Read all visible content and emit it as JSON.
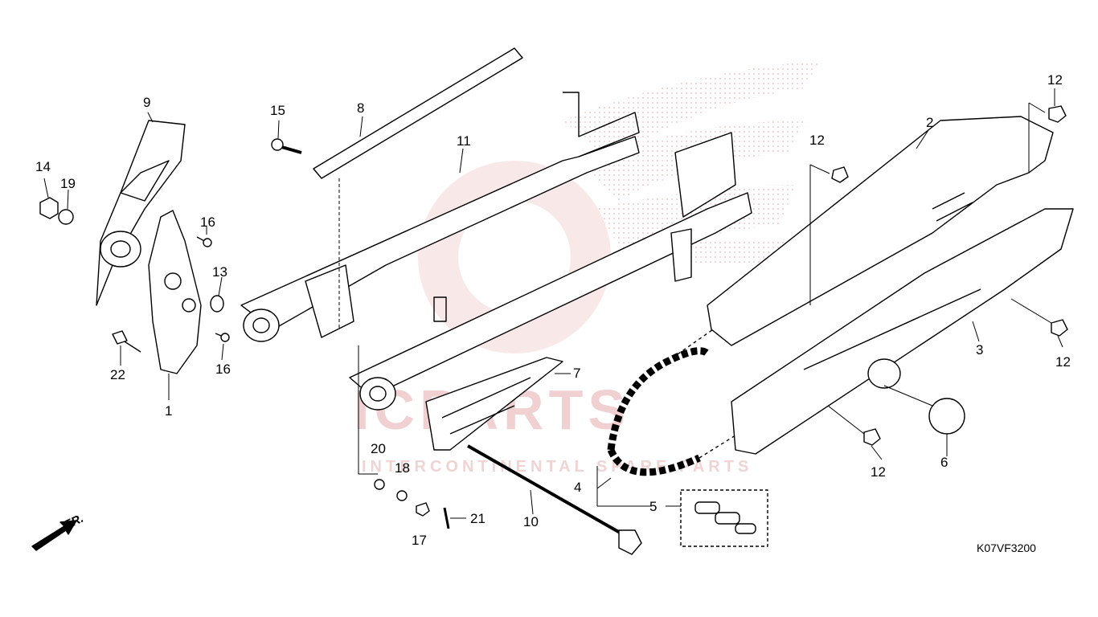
{
  "diagram": {
    "code": "K07VF3200",
    "direction_label": "FR.",
    "watermark": {
      "brand": "ICPARTS",
      "tagline": "INTERCONTINENTAL SPARE PARTS"
    },
    "callouts": [
      {
        "id": "c1",
        "text": "1"
      },
      {
        "id": "c2",
        "text": "2"
      },
      {
        "id": "c3",
        "text": "3"
      },
      {
        "id": "c4",
        "text": "4"
      },
      {
        "id": "c5",
        "text": "5"
      },
      {
        "id": "c6",
        "text": "6"
      },
      {
        "id": "c7",
        "text": "7"
      },
      {
        "id": "c8",
        "text": "8"
      },
      {
        "id": "c9",
        "text": "9"
      },
      {
        "id": "c10",
        "text": "10"
      },
      {
        "id": "c11",
        "text": "11"
      },
      {
        "id": "c12a",
        "text": "12"
      },
      {
        "id": "c12b",
        "text": "12"
      },
      {
        "id": "c12c",
        "text": "12"
      },
      {
        "id": "c12d",
        "text": "12"
      },
      {
        "id": "c13",
        "text": "13"
      },
      {
        "id": "c14",
        "text": "14"
      },
      {
        "id": "c15",
        "text": "15"
      },
      {
        "id": "c16a",
        "text": "16"
      },
      {
        "id": "c16b",
        "text": "16"
      },
      {
        "id": "c17",
        "text": "17"
      },
      {
        "id": "c18",
        "text": "18"
      },
      {
        "id": "c19",
        "text": "19"
      },
      {
        "id": "c20",
        "text": "20"
      },
      {
        "id": "c21",
        "text": "21"
      },
      {
        "id": "c22",
        "text": "22"
      }
    ]
  }
}
